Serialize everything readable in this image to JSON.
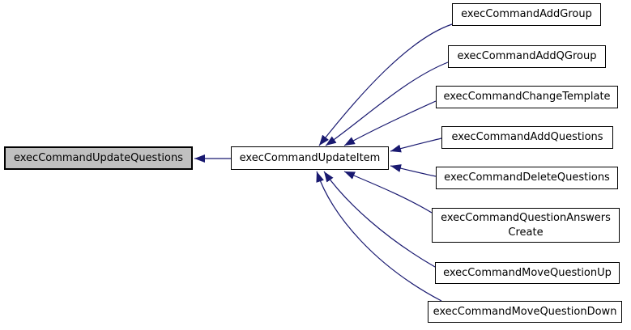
{
  "graph": {
    "focus": {
      "label": "execCommandUpdateQuestions"
    },
    "hub": {
      "label": "execCommandUpdateItem"
    },
    "callers": [
      {
        "label": "execCommandAddGroup"
      },
      {
        "label": "execCommandAddQGroup"
      },
      {
        "label": "execCommandChangeTemplate"
      },
      {
        "label": "execCommandAddQuestions"
      },
      {
        "label": "execCommandDeleteQuestions"
      },
      {
        "label": "execCommandQuestionAnswersCreate",
        "lines": [
          "execCommandQuestionAnswers",
          "Create"
        ]
      },
      {
        "label": "execCommandMoveQuestionUp"
      },
      {
        "label": "execCommandMoveQuestionDown"
      }
    ],
    "edges": [
      {
        "from": "execCommandUpdateItem",
        "to": "execCommandUpdateQuestions"
      },
      {
        "from": "execCommandAddGroup",
        "to": "execCommandUpdateItem"
      },
      {
        "from": "execCommandAddQGroup",
        "to": "execCommandUpdateItem"
      },
      {
        "from": "execCommandChangeTemplate",
        "to": "execCommandUpdateItem"
      },
      {
        "from": "execCommandAddQuestions",
        "to": "execCommandUpdateItem"
      },
      {
        "from": "execCommandDeleteQuestions",
        "to": "execCommandUpdateItem"
      },
      {
        "from": "execCommandQuestionAnswersCreate",
        "to": "execCommandUpdateItem"
      },
      {
        "from": "execCommandMoveQuestionUp",
        "to": "execCommandUpdateItem"
      },
      {
        "from": "execCommandMoveQuestionDown",
        "to": "execCommandUpdateItem"
      }
    ],
    "colors": {
      "edge": "#191970",
      "border": "#000000",
      "focus_fill": "#c0c0c0",
      "node_fill": "#ffffff",
      "background": "#ffffff"
    }
  }
}
